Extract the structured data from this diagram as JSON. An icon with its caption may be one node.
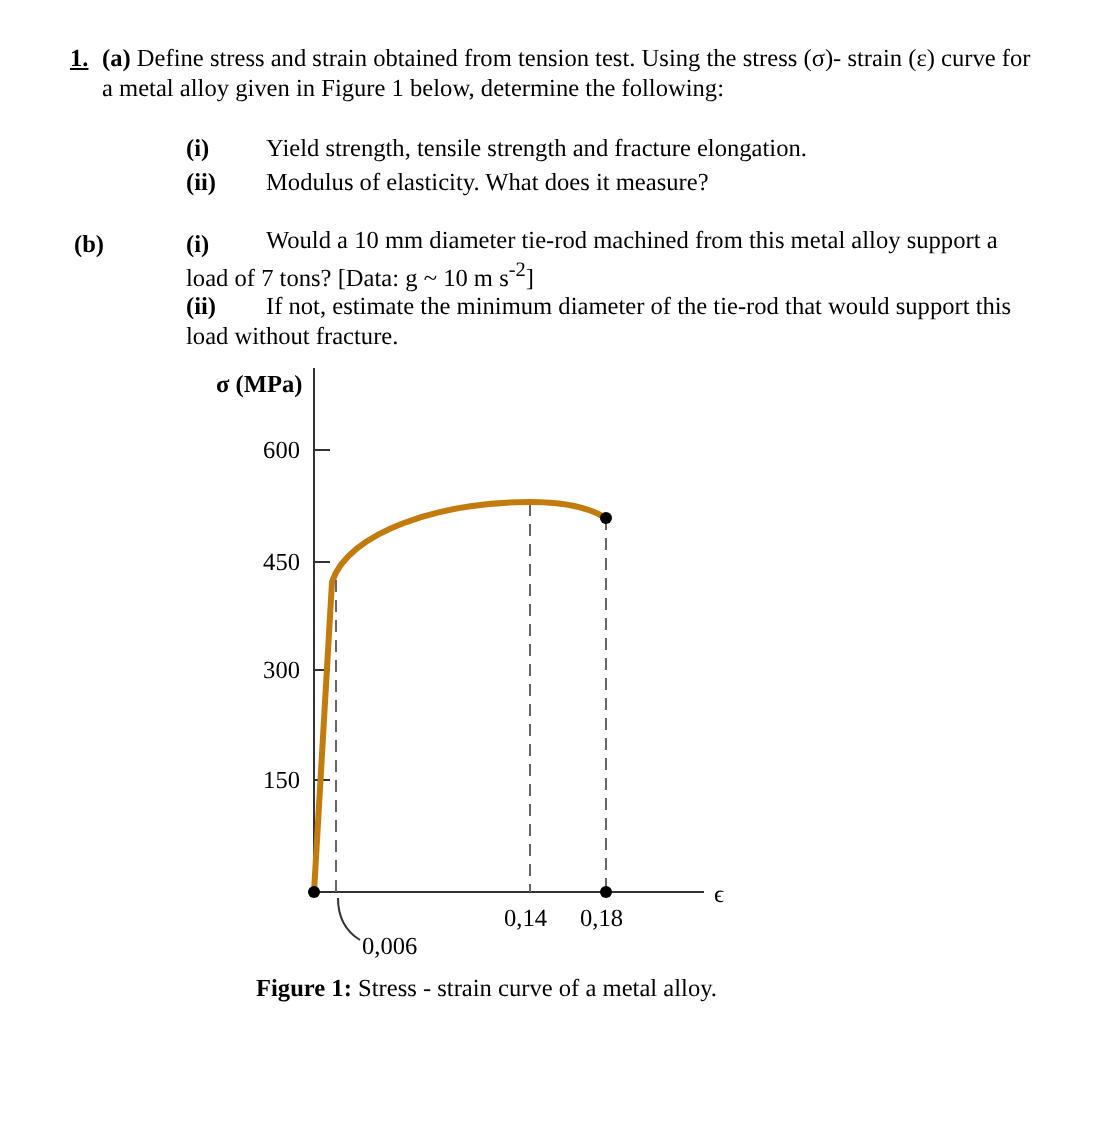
{
  "diagram": {
    "caption": "**Figure 1:** Stress - strain curve of a metal alloy.",
    "nodes": [
      {
        "text": [
          "0,006"
        ]
      },
      {
        "text": [],
        "shape": "line"
      }
    ],
    "edges": [
      {
        "from": 0,
        "to": 1,
        "arrow": "none"
      }
    ],
    "labels": [
      "1.",
      "**(a)** Define stress and strain obtained from tension test. Using the stress (σ)- strain (ε) curve for a metal alloy given in Figure 1 below, determine the following:",
      "(i)",
      "Yield strength, tensile strength and fracture elongation.",
      "(ii)",
      "Modulus of elasticity. What does it measure?",
      "(b)",
      "(i)",
      "Would a 10 mm diameter tie-rod machined from this metal alloy support a load of 7 tons? [Data: g ~ 10 m s$^{-2}$]",
      "(ii)",
      "If not, estimate the minimum diameter of the tie-rod that would support this load without fracture.",
      "σ (MPa)",
      "600",
      "450",
      "300",
      "150",
      "ϵ",
      "0,14",
      "0,18"
    ]
  }
}
